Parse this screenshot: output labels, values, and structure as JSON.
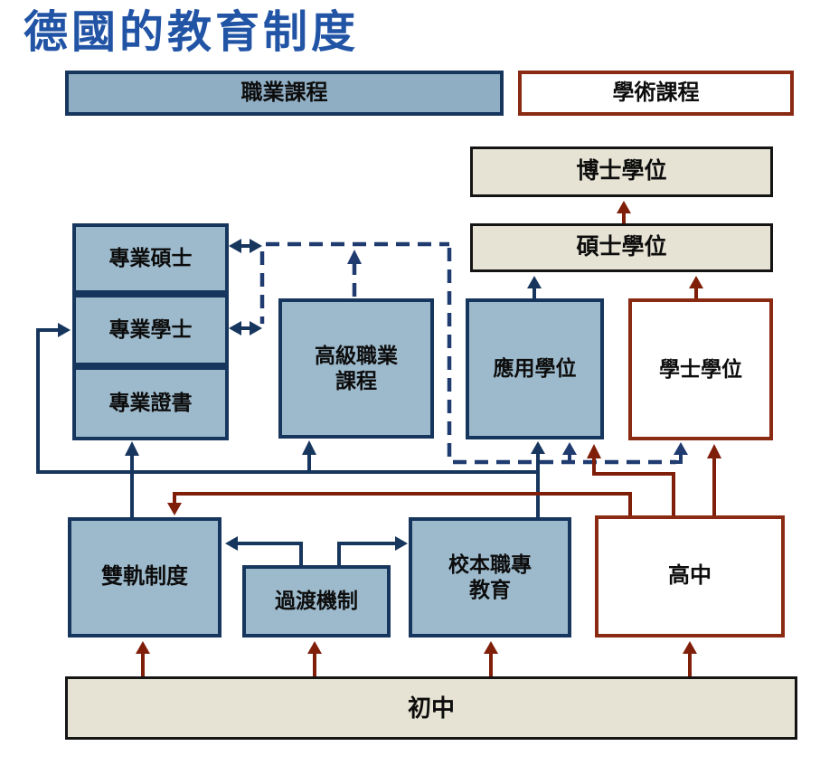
{
  "title": "德國的教育制度",
  "headers": {
    "vocational": "職業課程",
    "academic": "學術課程"
  },
  "nodes": {
    "doctoral": "博士學位",
    "masters": "碩士學位",
    "prof_master": "專業碩士",
    "prof_bachelor": "專業學士",
    "prof_cert": "專業證書",
    "adv_vocational": "高級職業\n課程",
    "applied_degree": "應用學位",
    "bachelor": "學士學位",
    "dual_system": "雙軌制度",
    "transition": "過渡機制",
    "school_vocational": "校本職專\n教育",
    "high_school": "高中",
    "junior_high": "初中"
  },
  "edges": [
    {
      "from": "碩士學位",
      "to": "博士學位",
      "color": "maroon",
      "style": "solid"
    },
    {
      "from": "學士學位",
      "to": "碩士學位",
      "color": "maroon",
      "style": "solid"
    },
    {
      "from": "應用學位",
      "to": "碩士學位",
      "color": "navy",
      "style": "solid"
    },
    {
      "from": "高中",
      "to": "學士學位",
      "color": "maroon",
      "style": "solid"
    },
    {
      "from": "高中",
      "to": "應用學位",
      "color": "maroon",
      "style": "solid"
    },
    {
      "from": "高中",
      "to": "雙軌制度",
      "color": "maroon",
      "style": "solid"
    },
    {
      "from": "初中",
      "to": "雙軌制度",
      "color": "maroon",
      "style": "solid"
    },
    {
      "from": "初中",
      "to": "過渡機制",
      "color": "maroon",
      "style": "solid"
    },
    {
      "from": "初中",
      "to": "校本職專教育",
      "color": "maroon",
      "style": "solid"
    },
    {
      "from": "初中",
      "to": "高中",
      "color": "maroon",
      "style": "solid"
    },
    {
      "from": "校本職專教育",
      "to": "應用學位",
      "color": "navy",
      "style": "solid"
    },
    {
      "from": "雙軌制度",
      "to": "專業證書",
      "color": "navy",
      "style": "solid"
    },
    {
      "from": "雙軌制度+校本職專教育",
      "to": "高級職業課程",
      "color": "navy",
      "style": "solid"
    },
    {
      "from": "雙軌制度+校本職專教育",
      "to": "專業學士",
      "color": "navy",
      "style": "solid"
    },
    {
      "from": "過渡機制",
      "to": "雙軌制度",
      "color": "navy",
      "style": "solid"
    },
    {
      "from": "過渡機制",
      "to": "校本職專教育",
      "color": "navy",
      "style": "solid"
    },
    {
      "from": "高級職業課程",
      "to": "專業碩士",
      "color": "navy",
      "style": "dashed-bidirectional"
    },
    {
      "from": "高級職業課程",
      "to": "專業學士",
      "color": "navy",
      "style": "dashed-bidirectional"
    },
    {
      "from": "高級職業課程",
      "to": "應用學位",
      "color": "navy",
      "style": "dashed"
    },
    {
      "from": "高級職業課程",
      "to": "學士學位",
      "color": "navy",
      "style": "dashed"
    }
  ],
  "colors": {
    "title_blue": "#2254A5",
    "header_blue_fill": "#8FAEC4",
    "node_blue_fill": "#9DBACC",
    "navy_border": "#17365D",
    "maroon_border": "#8A2A12",
    "maroon_arrow": "#7F1F0A",
    "beige_fill": "#E6E3D4",
    "black_border": "#141414"
  }
}
